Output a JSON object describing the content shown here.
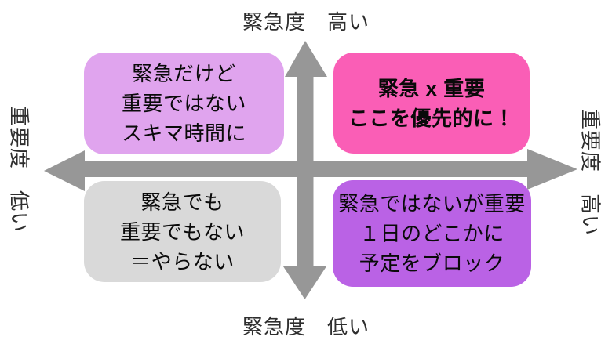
{
  "colors": {
    "arrow": "#979797",
    "label_text": "#2e2e2e",
    "box_text": "#0a0a0a",
    "background": "#ffffff"
  },
  "axis_labels": {
    "top": "緊急度　高い",
    "bottom": "緊急度　低い",
    "left": "重要度　低い",
    "right": "重要度　高い"
  },
  "quadrants": {
    "top_left": {
      "color": "#E0A4EE",
      "lines": [
        "緊急だけど",
        "重要ではない",
        "スキマ時間に"
      ]
    },
    "top_right": {
      "color": "#FA5EB6",
      "bold": true,
      "lines": [
        "緊急 x 重要",
        "ここを優先的に！"
      ]
    },
    "bottom_left": {
      "color": "#D9D9D9",
      "lines": [
        "緊急でも",
        "重要でもない",
        "＝やらない"
      ]
    },
    "bottom_right": {
      "color": "#BA62E5",
      "lines": [
        "緊急ではないが重要",
        "１日のどこかに",
        "予定をブロック"
      ]
    }
  }
}
